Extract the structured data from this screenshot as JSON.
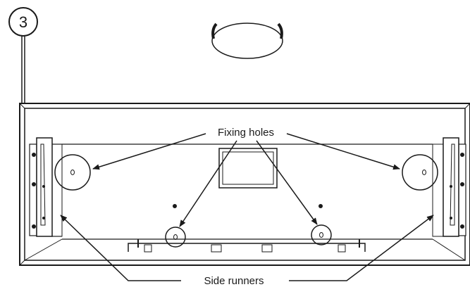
{
  "step_number": "3",
  "labels": {
    "fixing_holes": "Fixing holes",
    "side_runners": "Side runners"
  },
  "colors": {
    "line": "#1a1a1a",
    "panel_fill": "#ffffff",
    "background": "#ffffff"
  }
}
